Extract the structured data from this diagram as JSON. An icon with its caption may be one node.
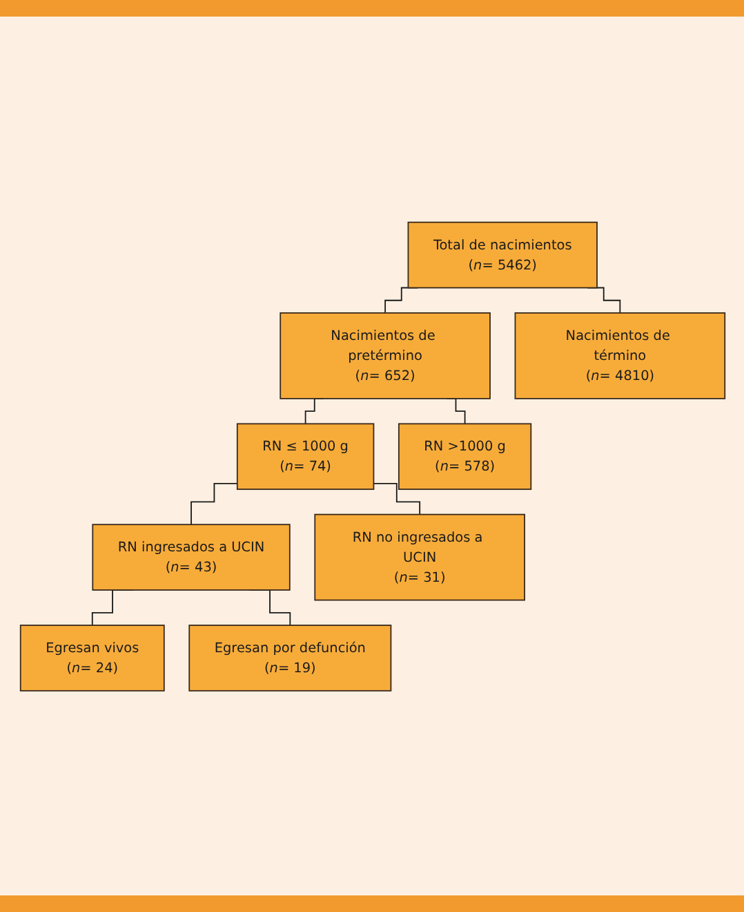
{
  "diagram": {
    "nodes": [
      {
        "text": [
          "Total de nacimientos",
          "(*n*= 5462)"
        ]
      },
      {
        "text": [
          "Nacimientos de pretérmino",
          "(*n*= 652)"
        ]
      },
      {
        "text": [
          "Nacimientos de término",
          "(*n*= 4810)"
        ]
      },
      {
        "text": [
          "RN ≤ 1000 g",
          "(*n*= 74)"
        ]
      },
      {
        "text": [
          "RN >1000 g",
          "(*n*= 578)"
        ]
      },
      {
        "text": [
          "RN ingresados a UCIN",
          "(*n*= 43)"
        ]
      },
      {
        "text": [
          "RN no ingresados a UCIN",
          "(*n*= 31)"
        ]
      },
      {
        "text": [
          "Egresan vivos",
          "(*n*= 24)"
        ]
      },
      {
        "text": [
          "Egresan por defunción",
          "(*n*= 19)"
        ]
      }
    ],
    "edges": [
      {
        "from": 0,
        "to": 1,
        "arrow": "none"
      },
      {
        "from": 0,
        "to": 2,
        "arrow": "none"
      },
      {
        "from": 1,
        "to": 3,
        "arrow": "none"
      },
      {
        "from": 1,
        "to": 4,
        "arrow": "none"
      },
      {
        "from": 3,
        "to": 5,
        "arrow": "none"
      },
      {
        "from": 3,
        "to": 6,
        "arrow": "none"
      },
      {
        "from": 5,
        "to": 7,
        "arrow": "none"
      },
      {
        "from": 5,
        "to": 8,
        "arrow": "none"
      }
    ]
  }
}
